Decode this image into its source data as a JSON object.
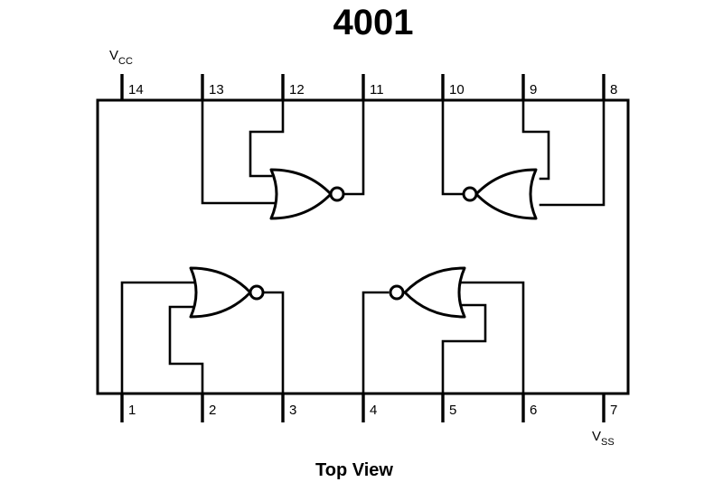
{
  "title": "4001",
  "caption": "Top View",
  "supply": {
    "vcc": {
      "main": "V",
      "sub": "CC"
    },
    "vss": {
      "main": "V",
      "sub": "SS"
    }
  },
  "pins": {
    "p1": "1",
    "p2": "2",
    "p3": "3",
    "p4": "4",
    "p5": "5",
    "p6": "6",
    "p7": "7",
    "p8": "8",
    "p9": "9",
    "p10": "10",
    "p11": "11",
    "p12": "12",
    "p13": "13",
    "p14": "14"
  }
}
